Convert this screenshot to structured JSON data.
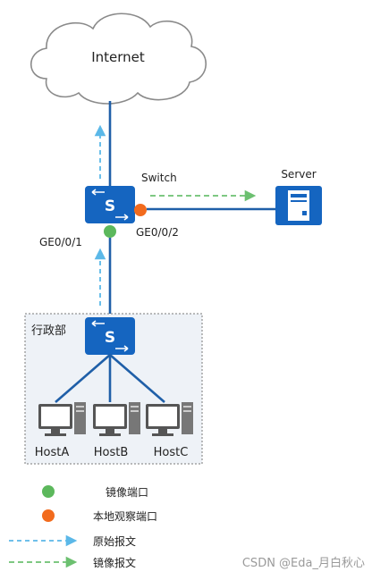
{
  "nodes": {
    "internet": "Internet",
    "switch": "Switch",
    "server": "Server",
    "port_mirror": "GE0/0/1",
    "port_observe": "GE0/0/2",
    "department": "行政部",
    "hosts": [
      "HostA",
      "HostB",
      "HostC"
    ]
  },
  "legend": {
    "mirror_port": "镜像端口",
    "observe_port": "本地观察端口",
    "original_packet": "原始报文",
    "mirror_packet": "镜像报文"
  },
  "watermark": "CSDN @Eda_月白秋心",
  "colors": {
    "switch_blue": "#1565c0",
    "link_blue": "#1f5fa8",
    "mirror_green": "#5cb85c",
    "observe_orange": "#f26b1d",
    "original_arrow": "#5bb8e8",
    "mirror_arrow": "#6cc070"
  }
}
